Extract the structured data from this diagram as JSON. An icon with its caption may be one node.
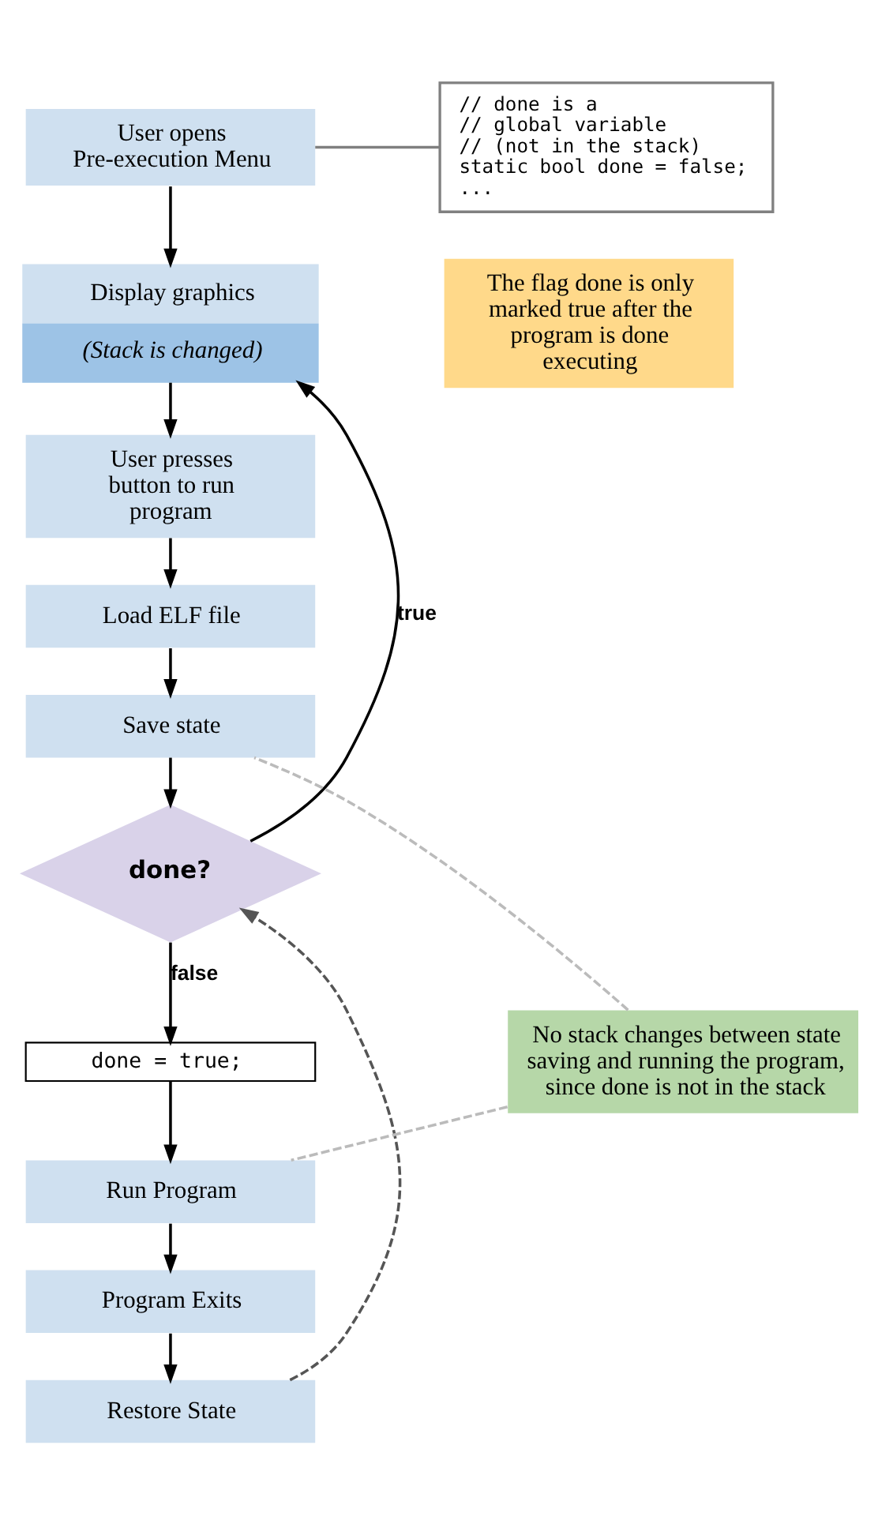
{
  "diagram": {
    "nodes": [
      {
        "text": [
          "User opens Pre-execution Menu"
        ]
      },
      {
        "text": [
          "Display graphics",
          "(Stack is changed)"
        ]
      },
      {
        "text": [
          "User presses button to run program"
        ]
      },
      {
        "text": [
          "Load ELF file"
        ]
      },
      {
        "text": [
          "Save state"
        ]
      },
      {
        "text": [
          "done?"
        ]
      },
      {
        "text": [
          "done = true;"
        ]
      },
      {
        "text": [
          "Run Program"
        ]
      },
      {
        "text": [
          "Program Exits"
        ]
      },
      {
        "text": [
          "Restore State"
        ]
      },
      {
        "text": [
          "// done is a",
          "// global variable",
          "// (not in the stack)",
          "static bool done = false;",
          "..."
        ]
      },
      {
        "text": [
          "The flag done is only marked true after the program is done executing"
        ]
      },
      {
        "text": [
          "No stack changes between state saving and running the program, since done is not in the stack"
        ]
      }
    ],
    "edges": [
      {
        "from": 0,
        "to": 1,
        "arrow": "to"
      },
      {
        "from": 1,
        "to": 2,
        "arrow": "to"
      },
      {
        "from": 2,
        "to": 3,
        "arrow": "to"
      },
      {
        "from": 3,
        "to": 4,
        "arrow": "to"
      },
      {
        "from": 4,
        "to": 5,
        "arrow": "to"
      },
      {
        "from": 5,
        "to": 1,
        "arrow": "to",
        "label": "true"
      },
      {
        "from": 5,
        "to": 6,
        "arrow": "to",
        "label": "false"
      },
      {
        "from": 6,
        "to": 7,
        "arrow": "to"
      },
      {
        "from": 7,
        "to": 8,
        "arrow": "to"
      },
      {
        "from": 8,
        "to": 9,
        "arrow": "to"
      },
      {
        "from": 9,
        "to": 5,
        "arrow": "to",
        "style": "dashed",
        "color": "#555555"
      },
      {
        "from": 10,
        "to": 0,
        "arrow": "none",
        "color": "#808080"
      },
      {
        "from": 12,
        "to": 4,
        "arrow": "none",
        "style": "dashed",
        "color": "#bbbbbb"
      },
      {
        "from": 12,
        "to": 7,
        "arrow": "none",
        "style": "dashed",
        "color": "#bbbbbb"
      }
    ]
  }
}
